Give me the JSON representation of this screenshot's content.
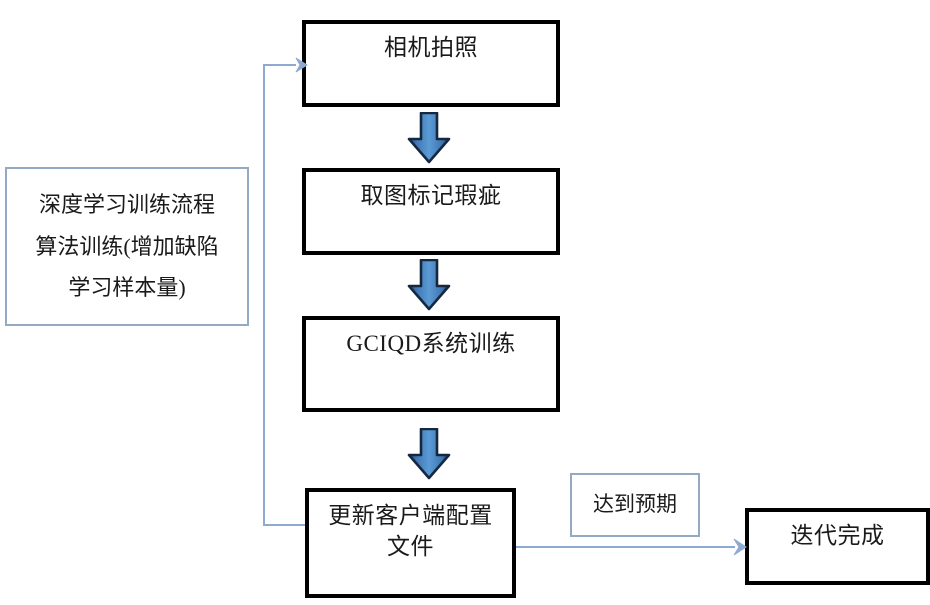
{
  "diagram": {
    "title_hidden": "",
    "colors": {
      "box_border": "#000000",
      "note_border": "#93a9c4",
      "arrow_fill_light": "#5b9bd5",
      "arrow_fill_dark": "#1f3864",
      "connector_line": "#8faad0",
      "text": "#1a1a1a",
      "background": "#ffffff"
    },
    "note_boxes": [
      {
        "name": "training-flow-note",
        "line1": "深度学习训练流程",
        "line2": "算法训练(增加缺陷",
        "line3": "学习样本量)"
      },
      {
        "name": "expectation-label",
        "line1": "达到预期"
      }
    ],
    "process_boxes": [
      {
        "name": "camera-capture",
        "label": "相机拍照"
      },
      {
        "name": "capture-mark-defect",
        "label": "取图标记瑕疵"
      },
      {
        "name": "gciqd-system-training",
        "label": "GCIQD系统训练"
      },
      {
        "name": "update-client-config",
        "line1": "更新客户端配置",
        "line2": "文件"
      },
      {
        "name": "iteration-complete",
        "label": "迭代完成"
      }
    ],
    "arrows": {
      "down_arrow_1": "down-block-arrow",
      "down_arrow_2": "down-block-arrow",
      "down_arrow_3": "down-block-arrow",
      "feedback_loop": "feedback-connector-arrow",
      "to_complete": "horizontal-connector-arrow"
    }
  }
}
